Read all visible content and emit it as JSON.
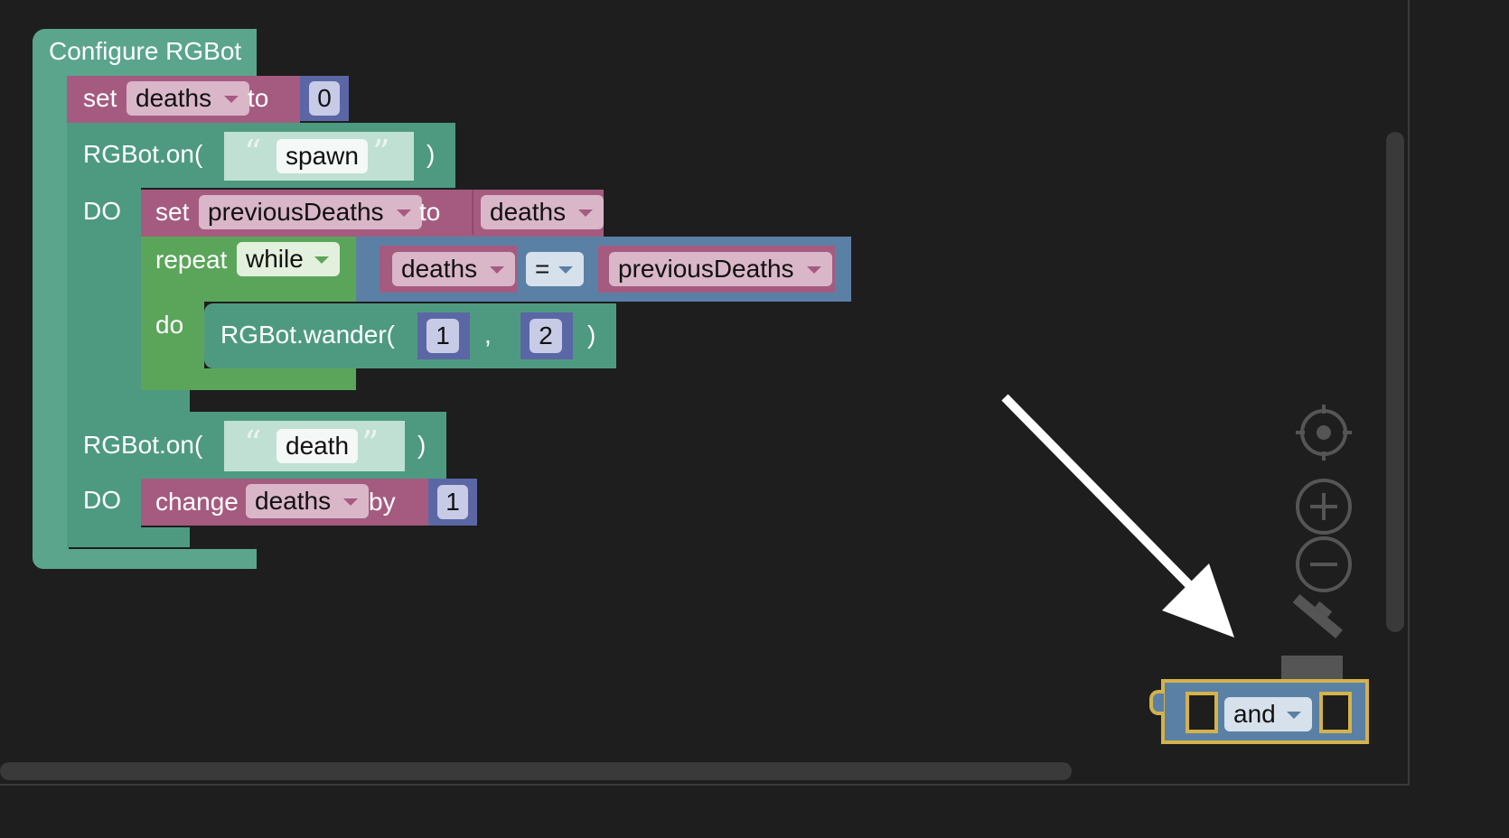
{
  "workspace": {
    "background": "#1e1e1e",
    "root_block": {
      "label": "Configure RGBot",
      "color": "#5ba58c"
    },
    "set_deaths": {
      "keyword": "set",
      "variable": "deaths",
      "to": "to",
      "value": "0"
    },
    "on_spawn": {
      "label": "RGBot.on(",
      "event": "spawn",
      "close": ")",
      "do": "DO",
      "set_previous": {
        "keyword": "set",
        "variable": "previousDeaths",
        "to": "to",
        "value_variable": "deaths"
      },
      "repeat": {
        "keyword": "repeat",
        "mode": "while",
        "do": "do",
        "condition": {
          "left": "deaths",
          "operator": "=",
          "right": "previousDeaths"
        },
        "wander": {
          "label": "RGBot.wander(",
          "arg1": "1",
          "comma": ",",
          "arg2": "2",
          "close": ")"
        }
      }
    },
    "on_death": {
      "label": "RGBot.on(",
      "event": "death",
      "close": ")",
      "do": "DO",
      "change": {
        "keyword": "change",
        "variable": "deaths",
        "by": "by",
        "value": "1"
      }
    },
    "dragged_block": {
      "operator": "and",
      "highlight": "#d4b24c"
    }
  },
  "controls": {
    "recenter": "target-icon",
    "zoom_in": "plus-icon",
    "zoom_out": "minus-icon",
    "trash": "trash-icon"
  },
  "colors": {
    "procedure": "#5ba58c",
    "variable": "#a55b80",
    "math": "#5b67a5",
    "logic": "#5b80a5",
    "loop": "#5ba55b"
  }
}
